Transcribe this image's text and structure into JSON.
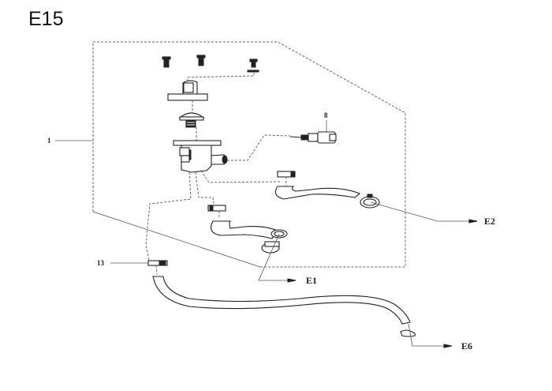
{
  "diagram": {
    "title": "E15",
    "callouts": {
      "part_1": "1",
      "part_8": "8",
      "part_13": "13"
    },
    "references": {
      "e1": "E1",
      "e2": "E2",
      "e6": "E6"
    }
  }
}
